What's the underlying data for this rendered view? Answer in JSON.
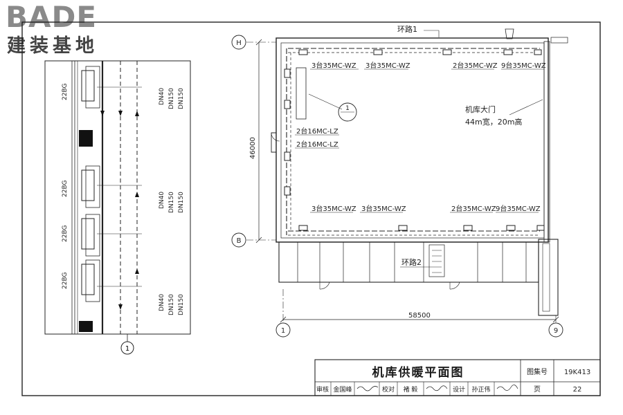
{
  "logo": {
    "brand": "BADE",
    "subtitle": "建装基地"
  },
  "detail": {
    "bubble": "1",
    "pipe_sizes_a": [
      "DN40",
      "DN150",
      "DN150"
    ],
    "pipe_sizes_b": [
      "DN40",
      "DN150",
      "DN150"
    ],
    "pipe_sizes_c": [
      "DN40",
      "DN150",
      "DN150"
    ],
    "unit_labels": [
      "22BG",
      "22BG",
      "22BG",
      "22BG"
    ]
  },
  "plan": {
    "axis_h": "H",
    "axis_b": "B",
    "axis_1": "1",
    "axis_9": "9",
    "dim_height": "46000",
    "dim_width": "58500",
    "loop1": "环路1",
    "loop2": "环路2",
    "callout_bubble": "1",
    "door_label": "机库大门",
    "door_size": "44m宽，20m高",
    "top_units": [
      "3台35MC-WZ",
      "3台35MC-WZ",
      "2台35MC-WZ",
      "9台35MC-WZ"
    ],
    "side_units": [
      "2台16MC-LZ",
      "2台16MC-LZ"
    ],
    "bottom_units": [
      "3台35MC-WZ",
      "3台35MC-WZ",
      "2台35MC-WZ",
      "9台35MC-WZ"
    ]
  },
  "titleblock": {
    "title": "机库供暖平面图",
    "atlas_label": "图集号",
    "atlas_no": "19K413",
    "review_label": "审核",
    "review_name": "金国峰",
    "check_label": "校对",
    "check_name": "褚 毅",
    "design_label": "设计",
    "design_name": "孙正伟",
    "page_label": "页",
    "page_no": "22"
  }
}
